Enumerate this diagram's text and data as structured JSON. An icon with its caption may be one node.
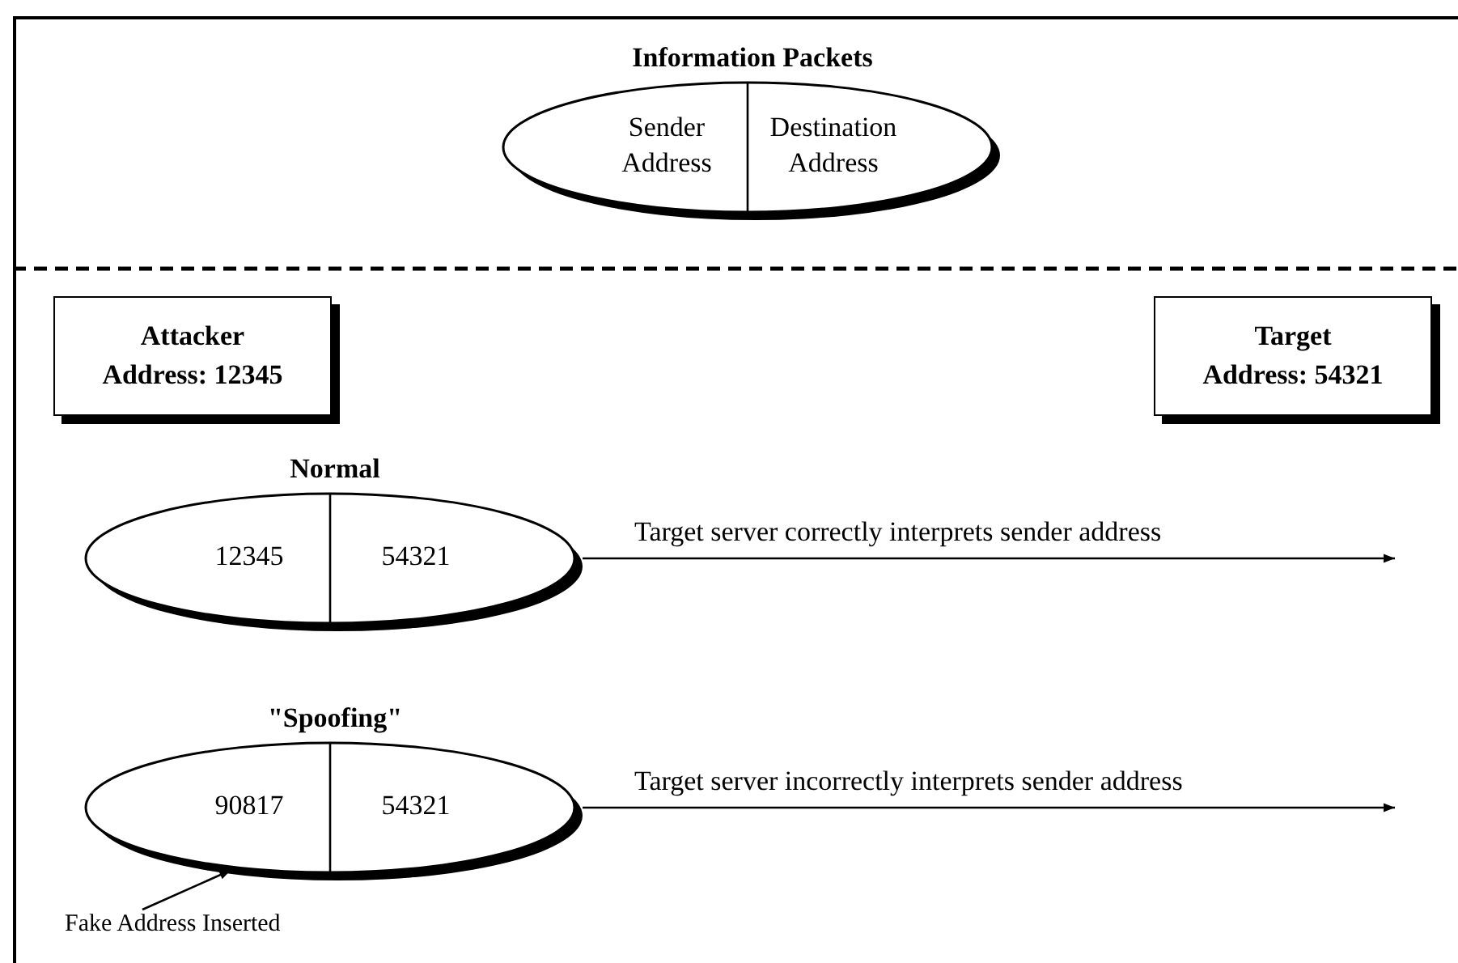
{
  "diagram": {
    "nodes": [
      {
        "text": [
          "Information Packets",
          "Sender Address",
          "Destination Address"
        ]
      },
      {
        "text": [
          "Attacker",
          "Address: 12345"
        ]
      },
      {
        "text": [
          "Target",
          "Address: 54321"
        ]
      },
      {
        "text": [
          "Normal",
          "12345",
          "54321"
        ]
      },
      {
        "text": [
          "\"Spoofing\"",
          "90817",
          "54321"
        ]
      },
      {
        "text": [
          "Fake Address Inserted"
        ]
      }
    ],
    "edges": [
      {
        "from": 3,
        "to": null,
        "arrow": "to",
        "label": "Target server correctly interprets sender address"
      },
      {
        "from": 4,
        "to": null,
        "arrow": "to",
        "label": "Target server incorrectly interprets sender address"
      },
      {
        "from": 5,
        "to": 4,
        "arrow": "to"
      }
    ]
  }
}
